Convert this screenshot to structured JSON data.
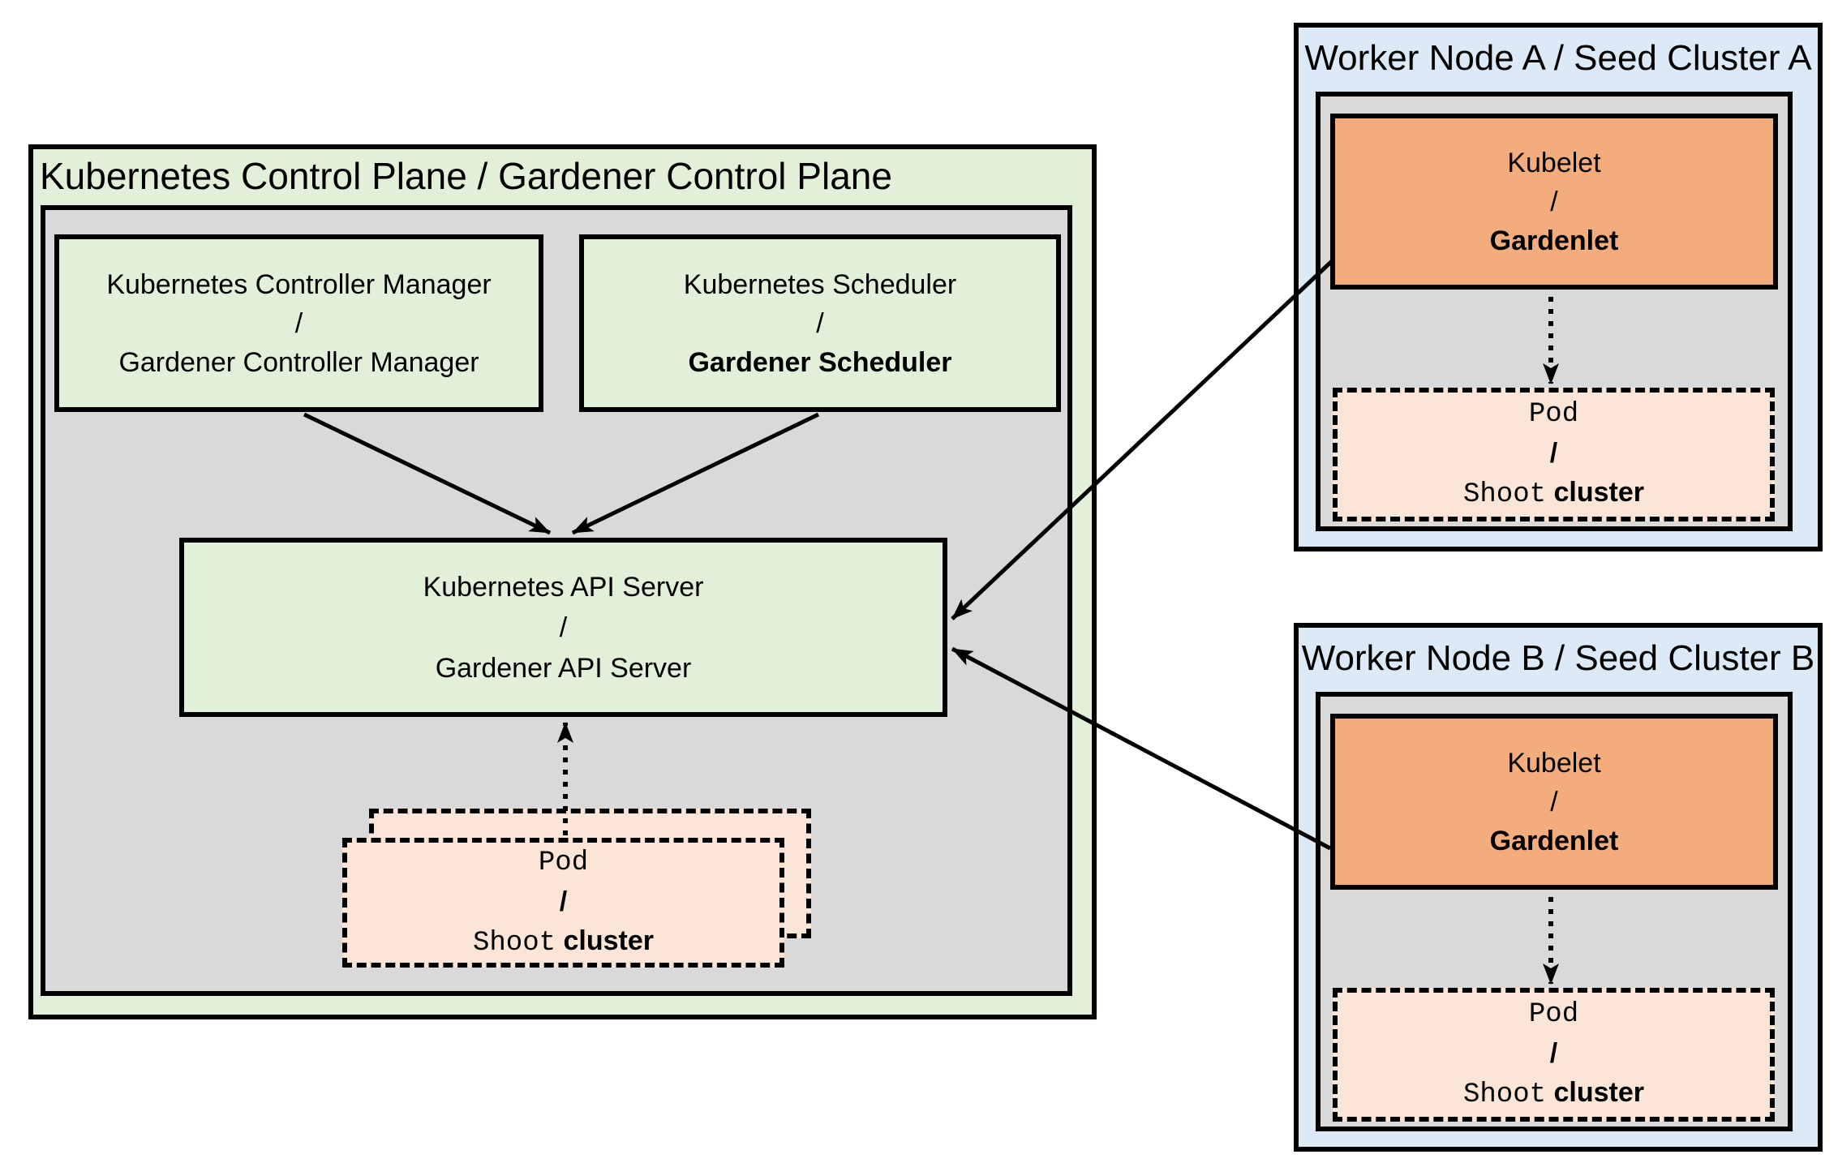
{
  "colors": {
    "control_plane_fill": "#e2efd9",
    "component_green": "#e2efd9",
    "panel_gray": "#d9d9d9",
    "kubelet_orange": "#f3ad7d",
    "pod_peach": "#fbe5d6",
    "worker_blue": "#dce9f6",
    "line_black": "#000000"
  },
  "control_plane": {
    "title": "Kubernetes Control Plane / Gardener Control Plane",
    "controller_manager": {
      "line1": "Kubernetes Controller Manager",
      "separator": "/",
      "line2": "Gardener Controller Manager"
    },
    "scheduler": {
      "line1": "Kubernetes Scheduler",
      "separator": "/",
      "line2": "Gardener Scheduler"
    },
    "api_server": {
      "line1": "Kubernetes API Server",
      "separator": "/",
      "line2": "Gardener API Server"
    },
    "pod": {
      "line1": "Pod",
      "separator": "/",
      "line2_code": "Shoot",
      "line2_text": "cluster"
    }
  },
  "worker_node_a": {
    "title": "Worker Node A / Seed Cluster A",
    "kubelet": {
      "line1": "Kubelet",
      "separator": "/",
      "line2": "Gardenlet"
    },
    "pod": {
      "line1": "Pod",
      "separator": "/",
      "line2_code": "Shoot",
      "line2_text": "cluster"
    }
  },
  "worker_node_b": {
    "title": "Worker Node B / Seed Cluster B",
    "kubelet": {
      "line1": "Kubelet",
      "separator": "/",
      "line2": "Gardenlet"
    },
    "pod": {
      "line1": "Pod",
      "separator": "/",
      "line2_code": "Shoot",
      "line2_text": "cluster"
    }
  }
}
